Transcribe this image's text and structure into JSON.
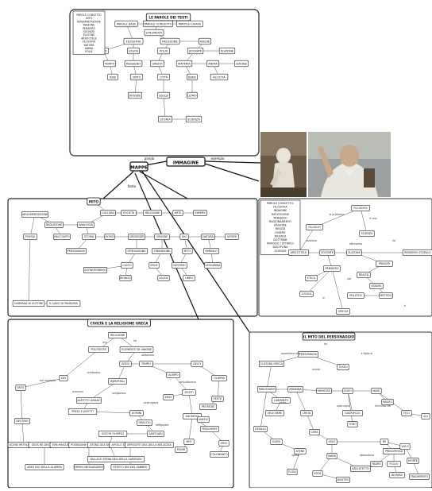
{
  "center": {
    "mappe": "MAPPE",
    "immagine": "IMMAGINE",
    "link_label": "esempio",
    "link2_label": "parola",
    "link3_label": "testo"
  },
  "mapA": {
    "title": "LE PAROLE DEI TESTI",
    "side_box": [
      "PAROLE CONCETTO",
      "MITO",
      "INTERPRETAZIONE",
      "RAGIONE",
      "PENSIERO",
      "SOCRATE",
      "PLATONE",
      "ARISTOTELE",
      "FILOSOFIA",
      "NATURA",
      "ANIMA",
      "POLIS"
    ],
    "nodes": [
      "PAROLE BASE",
      "PAROLE CONCETTO",
      "PAROLE-CHIAVE",
      "STRUMENTI",
      "FILOSOFIA",
      "RELIGIONE",
      "ARCHÈ",
      "MITO",
      "LOGOS",
      "POLIS",
      "SOCRATE",
      "PLATONE",
      "TEMPO",
      "PENSIERO",
      "SPAZIO",
      "MATERIA",
      "ANIMA",
      "AZIONE",
      "IDEE",
      "VIRTÙ",
      "CITTÀ",
      "BENE",
      "FELICITÀ",
      "DOVERE",
      "LEGGE",
      "UOMO",
      "STORIA",
      "SCIENZA"
    ]
  },
  "mapB": {
    "title": "MITO",
    "nodes": [
      "ARGOMENTAZIONE",
      "DEDUZIONE",
      "ANALOGIA",
      "CULTURA",
      "SOCIETÀ",
      "RELIGIONE",
      "ARTE",
      "SAPERE",
      "MITO",
      "POESIA",
      "RACCONTO",
      "STORIA",
      "UOMO",
      "CREDENZE",
      "ORIGINE",
      "DIO",
      "NATURA",
      "VERITÀ",
      "SPIEGAZIONE",
      "TRADIZIONE",
      "RITO",
      "SIMBOLO",
      "CULTO",
      "EROE",
      "DESTINO",
      "EXTRATERRENO",
      "PERSONAGGI",
      "CAMPANA DI AUTORE",
      "IL VASO DI PANDORA",
      "MONDO",
      "LEGGE",
      "LIBRO",
      "LEGGENDA"
    ],
    "text_box": [
      "PAROLE CONCETTO:",
      "FILOSOFIA",
      "INDAGINE",
      "RIFLESSIONE",
      "PENSIERO",
      "RAGIONAMENTO",
      "RAGIONE",
      "REALTÀ",
      "ESSERE",
      "RICERCA",
      "DOTTRINE",
      "PERIODO / STORICO",
      "DISCIPLINA",
      "SCIENZA"
    ]
  },
  "mapC": {
    "nodes": [
      "FILOSOFIA",
      "FILOSOFI",
      "SCIENZA",
      "ARISTOTELE",
      "SOCRATE",
      "PLATONE",
      "PENSIERO",
      "PENSIERO STORICO",
      "PRINCIPI",
      "REALTÀ",
      "ESSERE",
      "GRECIA",
      "METODO",
      "LOGICA",
      "ETICA",
      "POLITICA"
    ],
    "labels": [
      "la praticano",
      "è una",
      "ha",
      "studiano",
      "attraverso",
      "per",
      "in",
      "è"
    ]
  },
  "mapD": {
    "title": "CIVILTÀ E LA RELIGIONE GRECA",
    "nodes": [
      "RELIGIONE",
      "POLITEISTA",
      "ELEMENTO DI UNIONE",
      "GRECI",
      "DEI",
      "TEMPLI",
      "FATO",
      "DESTINO",
      "OLIMPO",
      "IMMORTALI",
      "ASPETTO UMANO",
      "PREGI E DIFETTI",
      "UOMINI",
      "ORACOLI",
      "SANTUARI",
      "DELFI",
      "OLIMPIA",
      "GIOCHI OLIMPICI",
      "ATLETI",
      "FESTE",
      "SACRIFICI",
      "PREGHIERE",
      "MITI",
      "EROI",
      "ZEUS",
      "PROFEZIE",
      "POEMI",
      "OMERO",
      "COLONNATO",
      "SCENE MITOLOGICHE",
      "ZEUS RE DEGLI DEI",
      "ERA MOGLIE DI ZEUS",
      "POSEIDONE DIO DEL MARE",
      "ATENA DEA DELLA SAPIENZA",
      "APOLLO DIO DELLA MUSICA",
      "AFRODITE DEA DELLA BELLEZZA",
      "ARES DIO DELLA GUERRA",
      "ERMES MESSAGGERO",
      "EFESTO DIO DEL FABBRO",
      "FALLACE ATENA DEA DELLA SAPIENZA"
    ],
    "labels": [
      "era",
      "ha",
      "credevano",
      "abitavano",
      "avevano",
      "pregavano",
      "consultavano",
      "per esempio",
      "costruivano",
      "raffigurate"
    ]
  },
  "mapE": {
    "title": "IL MITO DEL PERSONAGGIO",
    "nodes": [
      "CULTURA GRECA",
      "PERSONAGGI",
      "TESEO",
      "MINOTAURO",
      "LABIRINTO",
      "ARIANNA",
      "DEDALO",
      "ICARO",
      "ATENE",
      "CRETA",
      "MINOSSE",
      "EGEO",
      "NAVE",
      "FILO",
      "ALI",
      "CERA",
      "SOLE",
      "MARE",
      "TORO",
      "RE",
      "PRINCIPESSA",
      "EROE",
      "MOSTRO",
      "ARCHITETTO",
      "PADRE",
      "FIGLIO",
      "VELE NERE",
      "SACRIFICIO",
      "FUGA",
      "VOLO",
      "MORTE",
      "TRADIMENTO",
      "NASSO",
      "DIONISO"
    ],
    "labels": [
      "appartiene alla",
      "ha",
      "è figlio di",
      "uccide",
      "aiuta",
      "costruisce",
      "rinchiuso nel",
      "sposa",
      "abbandona"
    ]
  },
  "photos": {
    "left": "statue",
    "right": "painting"
  }
}
